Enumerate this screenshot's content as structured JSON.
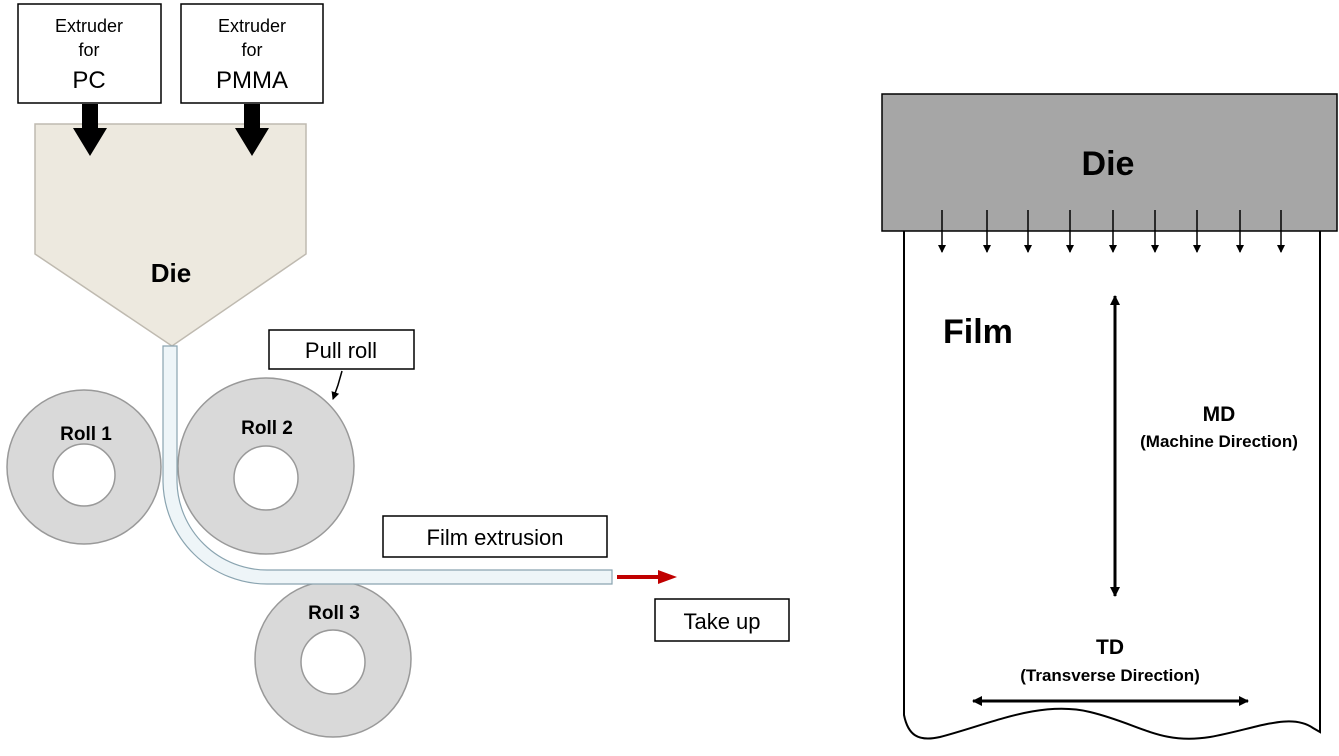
{
  "left_diagram": {
    "extruder_pc": {
      "line1": "Extruder",
      "line2": "for",
      "line3": "PC"
    },
    "extruder_pmma": {
      "line1": "Extruder",
      "line2": "for",
      "line3": "PMMA"
    },
    "die_label": "Die",
    "pull_roll_label": "Pull roll",
    "roll1_label": "Roll 1",
    "roll2_label": "Roll 2",
    "roll3_label": "Roll 3",
    "film_extrusion_label": "Film extrusion",
    "take_up_label": "Take up"
  },
  "right_diagram": {
    "die_label": "Die",
    "film_label": "Film",
    "md_label": "MD",
    "md_sub": "(Machine Direction)",
    "td_label": "TD",
    "td_sub": "(Transverse Direction)"
  },
  "colors": {
    "die_left_fill": "#ede9df",
    "die_right_fill": "#a6a6a6",
    "roll_fill": "#d9d9d9",
    "film_fill": "#eef5f8",
    "take_up_arrow": "#c00000"
  }
}
